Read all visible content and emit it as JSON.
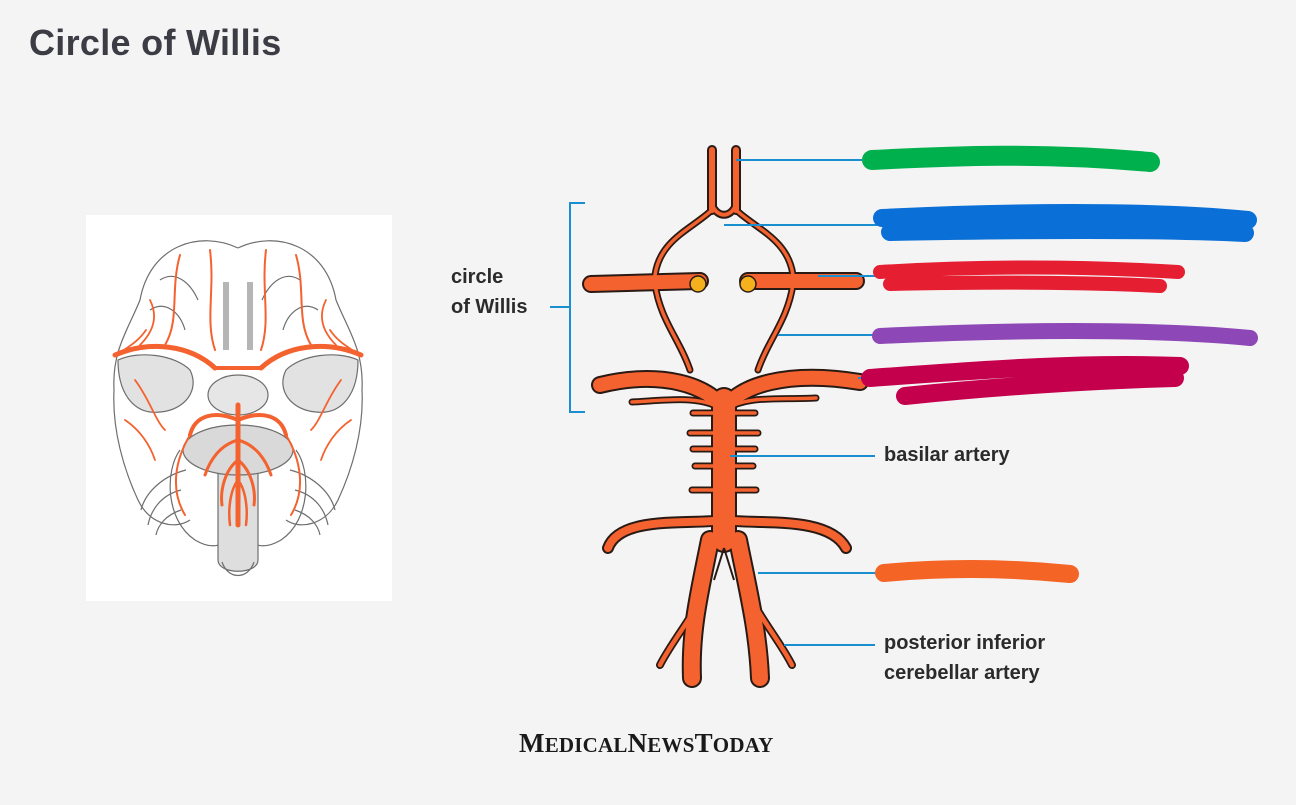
{
  "page": {
    "title": "Circle of Willis"
  },
  "labels": {
    "circle_line1": "circle",
    "circle_line2": "of Willis",
    "basilar": "basilar artery",
    "pica_line1": "posterior inferior",
    "pica_line2": "cerebellar artery"
  },
  "brand": {
    "m_cap": "M",
    "m_rest": "EDICAL",
    "n_cap": "N",
    "n_rest": "EWS",
    "t_cap": "T",
    "t_rest": "ODAY"
  },
  "colors": {
    "background": "#f4f4f5",
    "artery": "#f4622f",
    "artery_outline": "#2a1a14",
    "leader_line": "#1a8fd0",
    "junction_dot": "#f5b01e",
    "redaction_green": "#00b04c",
    "redaction_blue": "#0a6fd6",
    "redaction_red": "#e61e32",
    "redaction_purple": "#8d47b6",
    "redaction_crimson": "#c4004c",
    "redaction_orange": "#f46424"
  }
}
